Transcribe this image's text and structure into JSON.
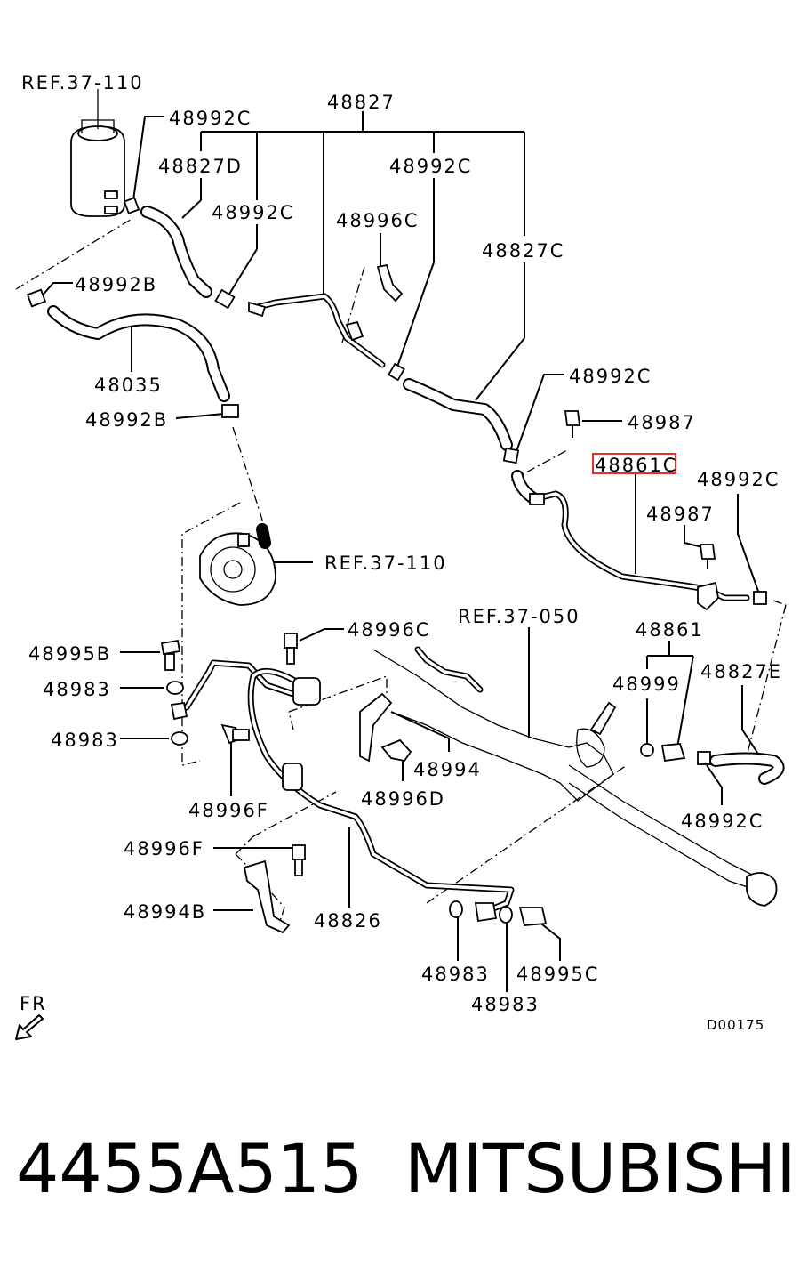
{
  "diagram": {
    "labels": {
      "ref_37_110_top": "REF.37-110",
      "p48992c_a": "48992C",
      "p48827": "48827",
      "p48827d": "48827D",
      "p48992c_b": "48992C",
      "p48992c_c": "48992C",
      "p48996c_a": "48996C",
      "p48827c": "48827C",
      "p48992b_a": "48992B",
      "p48035": "48035",
      "p48992b_b": "48992B",
      "p48992c_d": "48992C",
      "p48987_a": "48987",
      "p48861c": "48861C",
      "p48992c_e": "48992C",
      "p48987_b": "48987",
      "ref_37_110_mid": "REF.37-110",
      "ref_37_050": "REF.37-050",
      "p48996c_b": "48996C",
      "p48861": "48861",
      "p48995b": "48995B",
      "p48983_a": "48983",
      "p48999": "48999",
      "p48827e": "48827E",
      "p48983_b": "48983",
      "p48994": "48994",
      "p48996d": "48996D",
      "p48992c_f": "48992C",
      "p48996f_a": "48996F",
      "p48996f_b": "48996F",
      "p48994b": "48994B",
      "p48826": "48826",
      "p48983_c": "48983",
      "p48995c": "48995C",
      "p48983_d": "48983",
      "fr": "FR",
      "code": "D00175"
    },
    "highlight": {
      "label": "48861C",
      "color": "#e03030"
    }
  },
  "caption": {
    "part_number": "4455A515",
    "brand": "MITSUBISHI"
  },
  "icons": [
    "fr-arrow-icon"
  ],
  "colors": {
    "ink": "#000000",
    "background": "#ffffff",
    "highlight_box": "#e03030"
  }
}
